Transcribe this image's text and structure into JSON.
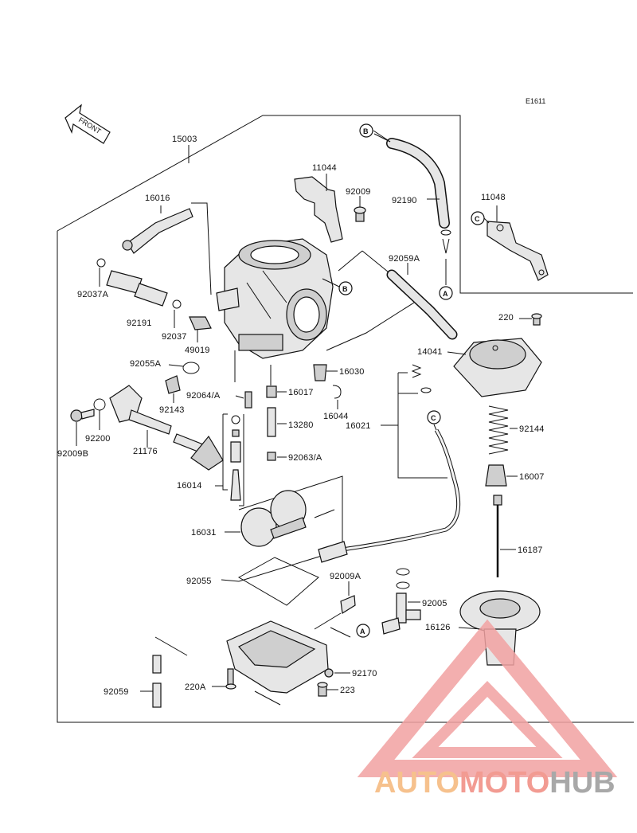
{
  "diagram_code": "E1611",
  "front_label": "FRONT",
  "part_labels": {
    "p15003": "15003",
    "p16016": "16016",
    "p11044": "11044",
    "p92009": "92009",
    "p92190": "92190",
    "p11048": "11048",
    "p92037A": "92037A",
    "p92059A": "92059A",
    "p92191": "92191",
    "p92037": "92037",
    "p49019": "49019",
    "p220": "220",
    "p14041": "14041",
    "p92055A": "92055A",
    "p16030": "16030",
    "p16017": "16017",
    "p92064A": "92064/A",
    "p92143": "92143",
    "p16044": "16044",
    "p16021": "16021",
    "p92144": "92144",
    "p13280": "13280",
    "p92200": "92200",
    "p92009B": "92009B",
    "p21176": "21176",
    "p92063A": "92063/A",
    "p16007": "16007",
    "p16014": "16014",
    "p16031": "16031",
    "p16187": "16187",
    "p92055": "92055",
    "p92009A": "92009A",
    "p92005": "92005",
    "p16126": "16126",
    "p92170": "92170",
    "p92059": "92059",
    "p220A": "220A",
    "p223": "223"
  },
  "callouts": {
    "B": "B",
    "A": "A",
    "C": "C"
  },
  "watermark": {
    "part1": "AUTO",
    "part2": "MOTO",
    "part3": "HUB",
    "color1": "#f5b77a",
    "color2": "#f08a80",
    "color3": "#999999"
  }
}
